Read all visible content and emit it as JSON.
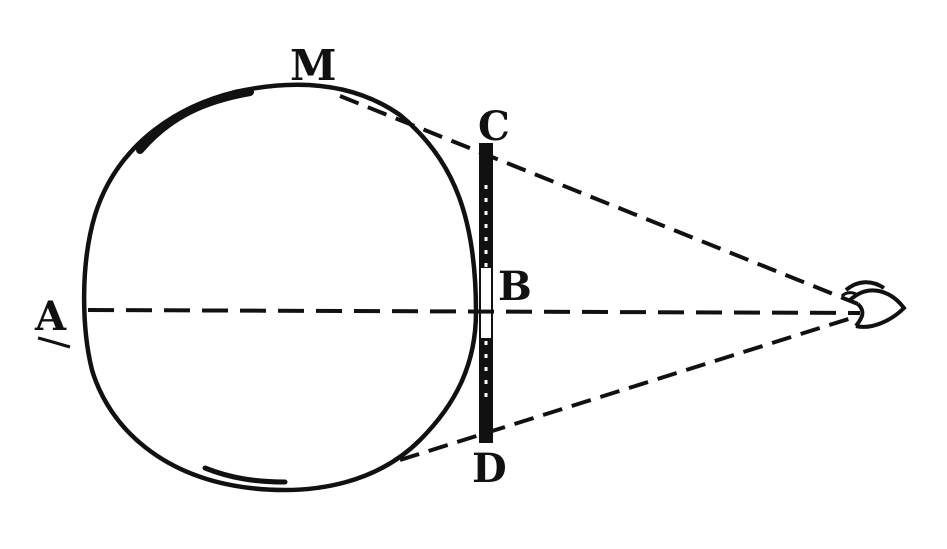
{
  "diagram": {
    "labels": {
      "a": "A",
      "b": "B",
      "c": "C",
      "d": "D",
      "m": "M"
    },
    "colors": {
      "ink": "#111111",
      "background": "#ffffff"
    },
    "icons": {
      "eye": "eye-icon"
    }
  }
}
